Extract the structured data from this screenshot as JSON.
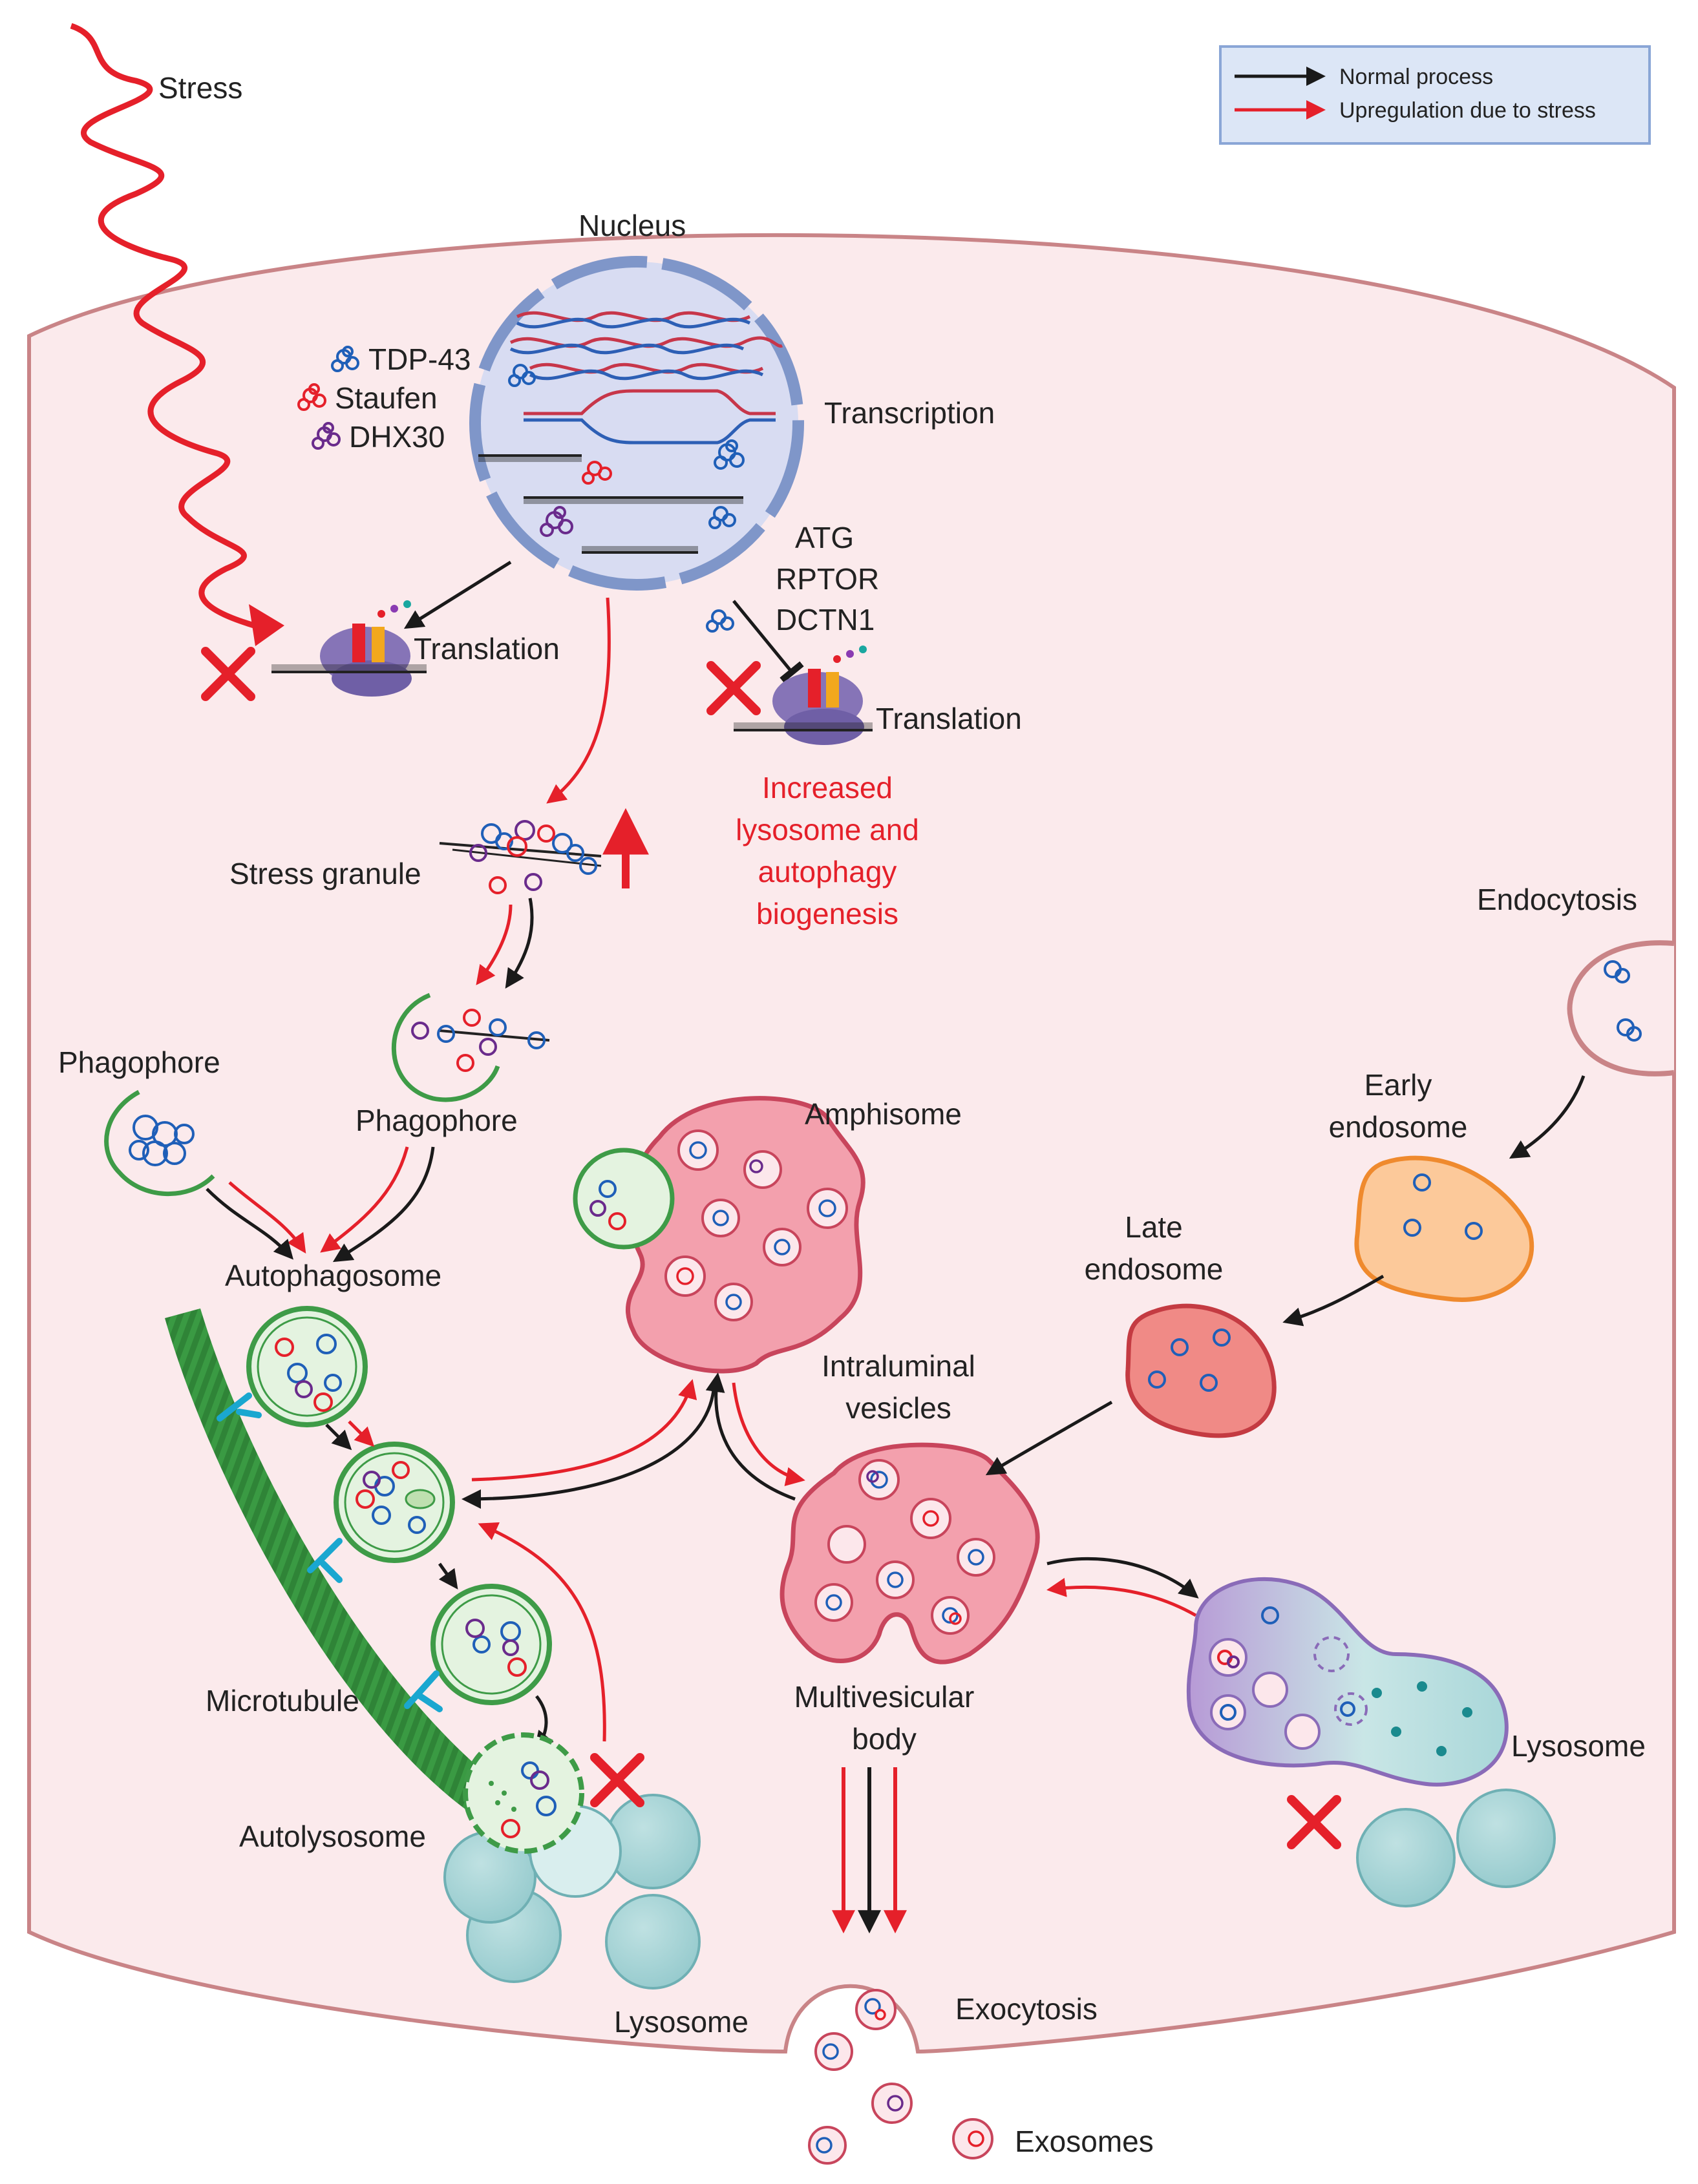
{
  "legend": {
    "normal_label": "Normal process",
    "stress_label": "Upregulation due to stress",
    "normal_color": "#1a1a1a",
    "stress_color": "#e5202a"
  },
  "labels": {
    "stress": "Stress",
    "nucleus": "Nucleus",
    "transcription": "Transcription",
    "tdp43": "TDP-43",
    "staufen": "Staufen",
    "dhx30": "DHX30",
    "translation_left": "Translation",
    "translation_right": "Translation",
    "atg": "ATG",
    "rptor": "RPTOR",
    "dctn1": "DCTN1",
    "increased_1": "Increased",
    "increased_2": "lysosome and",
    "increased_3": "autophagy",
    "increased_4": "biogenesis",
    "stress_granule": "Stress granule",
    "endocytosis": "Endocytosis",
    "early_endosome_1": "Early",
    "early_endosome_2": "endosome",
    "late_endosome_1": "Late",
    "late_endosome_2": "endosome",
    "phagophore_left": "Phagophore",
    "phagophore_center": "Phagophore",
    "amphisome": "Amphisome",
    "autophagosome": "Autophagosome",
    "intraluminal_1": "Intraluminal",
    "intraluminal_2": "vesicles",
    "microtubule": "Microtubule",
    "multivesicular_1": "Multivesicular",
    "multivesicular_2": "body",
    "lysosome_right": "Lysosome",
    "autolysosome": "Autolysosome",
    "lysosome_bottom": "Lysosome",
    "exocytosis": "Exocytosis",
    "exosomes": "Exosomes"
  },
  "colors": {
    "cytoplasm": "#fbeaec",
    "membrane": "#c98487",
    "nucleus_fill": "#d8dcf2",
    "nucleus_edge": "#7f96c9",
    "tdp43": "#1f5fb8",
    "staufen": "#e5202a",
    "dhx30": "#6a2b8c",
    "autophagosome_fill": "#e4f3e0",
    "autophagosome_edge": "#3e9b47",
    "mvb_fill": "#f3a0ad",
    "mvb_edge": "#c8455c",
    "early_endo_fill": "#fcc99a",
    "early_endo_edge": "#ef8a2e",
    "late_endo_fill": "#f08a86",
    "late_endo_edge": "#c43b42",
    "lysosome_fill": "#a9d7d9",
    "lysosome_edge": "#6fb0b4",
    "microtubule": "#3a9a43",
    "legend_fill": "#dce6f6",
    "legend_edge": "#8aa6d6"
  }
}
